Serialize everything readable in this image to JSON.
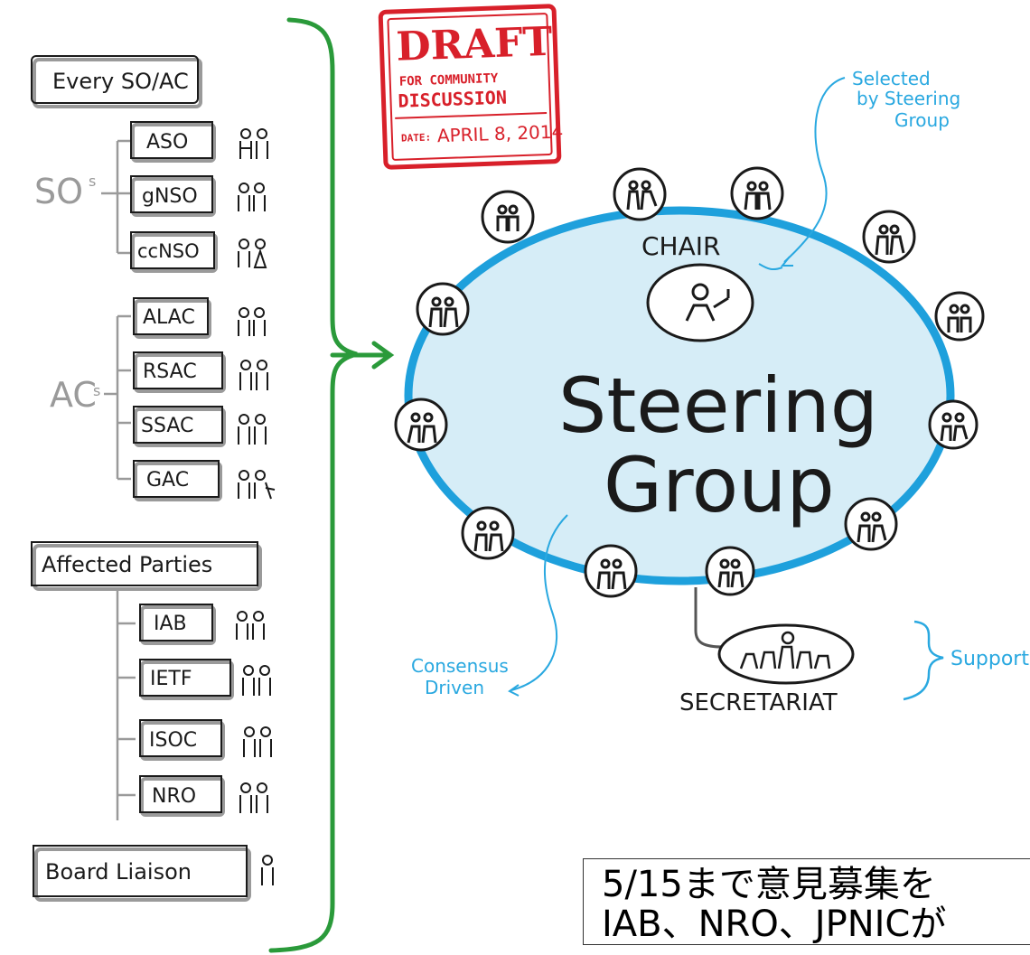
{
  "stamp": {
    "title": "DRAFT",
    "line1": "FOR COMMUNITY",
    "line2": "DISCUSSION",
    "date_prefix": "DATE:",
    "date": "APRIL 8, 2014"
  },
  "left_panel": {
    "every_so_ac": "Every SO/AC",
    "sos_label": "SO",
    "sos_suffix": "s",
    "acs_label": "AC",
    "acs_suffix": "s",
    "sos": [
      "ASO",
      "gNSO",
      "ccNSO"
    ],
    "acs": [
      "ALAC",
      "RSAC",
      "SSAC",
      "GAC"
    ],
    "affected_parties": "Affected Parties",
    "parties": [
      "IAB",
      "IETF",
      "ISOC",
      "NRO"
    ],
    "board_liaison": "Board Liaison"
  },
  "main": {
    "title_line1": "Steering",
    "title_line2": "Group",
    "chair": "CHAIR",
    "selected_by": [
      "Selected",
      "by Steering",
      "Group"
    ],
    "consensus": [
      "Consensus",
      "Driven"
    ],
    "support": "Support",
    "secretariat": "SECRETARIAT"
  },
  "note": {
    "line1": "5/15まで意見募集を",
    "line2": "IAB、NRO、JPNICが"
  },
  "colors": {
    "bracket_green": "#2a9a3a",
    "ring_blue": "#1ea0dc",
    "fill_lightblue": "#d6edf7",
    "stamp_red": "#d8202a",
    "annotation_blue": "#29a8e0"
  }
}
